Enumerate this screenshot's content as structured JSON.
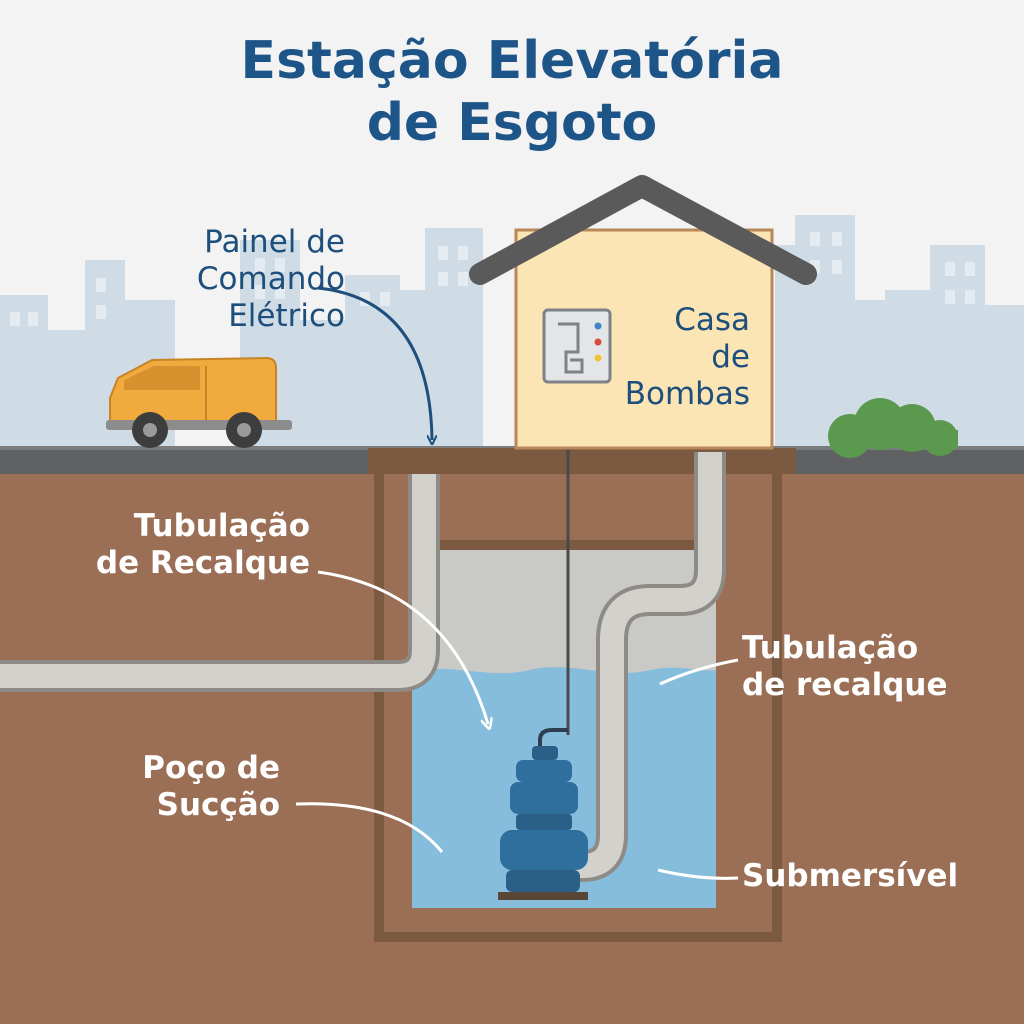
{
  "title": {
    "line1": "Estação Elevatória",
    "line2": "de Esgoto"
  },
  "labels": {
    "painel": [
      "Painel de",
      "Comando",
      "Elétrico"
    ],
    "casa": [
      "Casa",
      "de",
      "Bombas"
    ],
    "tub_left": [
      "Tubulação",
      "de Recalque"
    ],
    "tub_right": [
      "Tubulação",
      "de recalque"
    ],
    "poco": [
      "Poço de",
      "Sucção"
    ],
    "submersivel": "Submersível"
  },
  "colors": {
    "title": "#1e5588",
    "sky": "#f2f3f2",
    "buildings": "#cfdce6",
    "soil": "#9a6f55",
    "water": "#86bddc",
    "pipe": "#cfcdc8",
    "house_wall": "#fce5b4",
    "roof": "#5a5a5a",
    "van": "#f1aa3d",
    "pump": "#2f6f9e",
    "bush": "#5b9a4e"
  }
}
